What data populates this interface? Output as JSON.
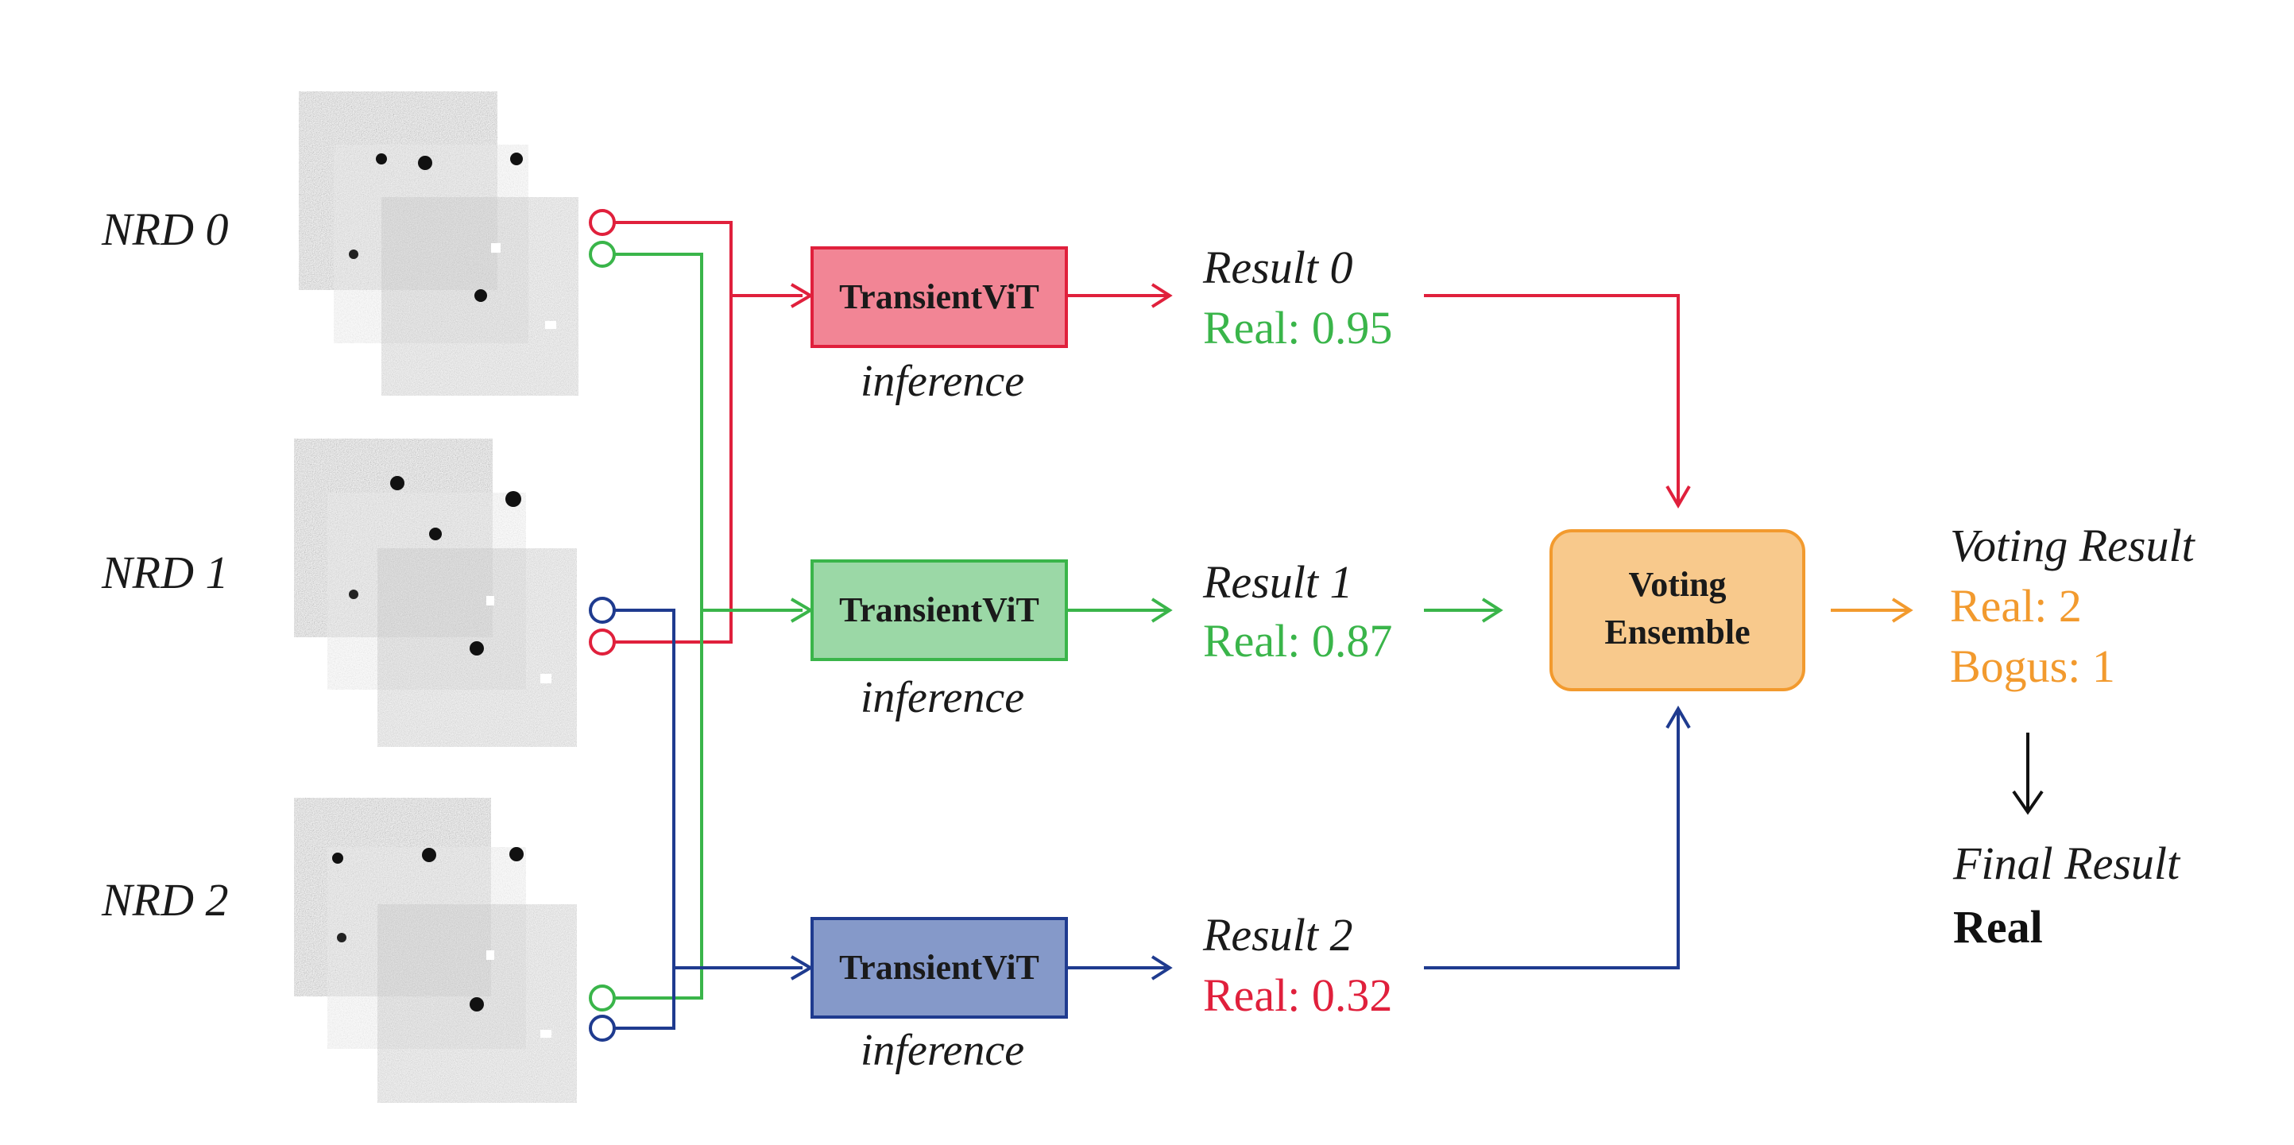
{
  "inputs": [
    {
      "label": "NRD 0"
    },
    {
      "label": "NRD 1"
    },
    {
      "label": "NRD 2"
    }
  ],
  "models": [
    {
      "name": "TransientViT",
      "caption": "inference"
    },
    {
      "name": "TransientViT",
      "caption": "inference"
    },
    {
      "name": "TransientViT",
      "caption": "inference"
    }
  ],
  "results": [
    {
      "title": "Result 0",
      "score": "Real: 0.95"
    },
    {
      "title": "Result 1",
      "score": "Real: 0.87"
    },
    {
      "title": "Result 2",
      "score": "Real: 0.32"
    }
  ],
  "ensemble": {
    "line1": "Voting",
    "line2": "Ensemble"
  },
  "voting": {
    "title": "Voting Result",
    "real": "Real: 2",
    "bogus": "Bogus: 1"
  },
  "final": {
    "title": "Final Result",
    "value": "Real"
  },
  "colors": {
    "red": "#e0203c",
    "green": "#3ab54a",
    "blue": "#1f3b8f",
    "orange": "#f29a2e",
    "red_fill": "#f28595",
    "green_fill": "#9bd8a6",
    "blue_fill": "#8599c9",
    "orange_fill": "#f8c98c",
    "text": "#1a1a1a"
  }
}
